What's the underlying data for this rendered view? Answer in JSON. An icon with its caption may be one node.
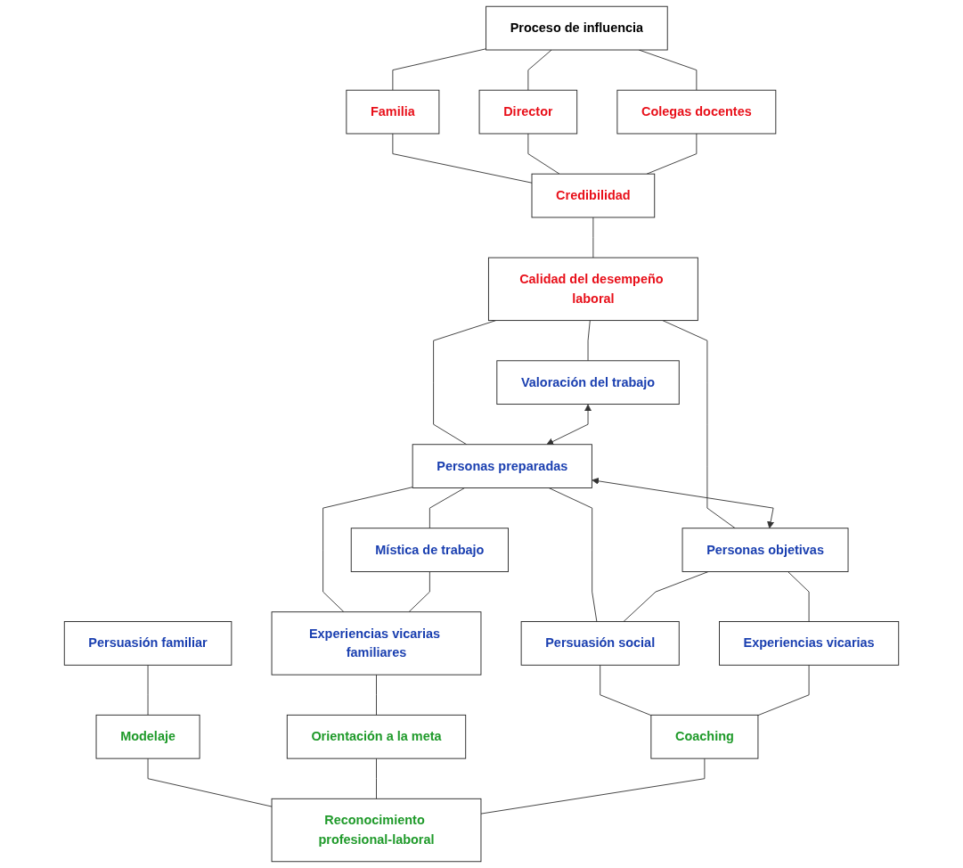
{
  "diagram": {
    "nodes": [
      {
        "text": [
          "Proceso de influencia"
        ]
      },
      {
        "text": [
          "Familia"
        ]
      },
      {
        "text": [
          "Director"
        ]
      },
      {
        "text": [
          "Colegas docentes"
        ]
      },
      {
        "text": [
          "Credibilidad"
        ]
      },
      {
        "text": [
          "Calidad del desempeño laboral"
        ]
      },
      {
        "text": [
          "Valoración del trabajo"
        ]
      },
      {
        "text": [
          "Personas preparadas"
        ]
      },
      {
        "text": [
          "Personas objetivas"
        ]
      },
      {
        "text": [
          "Mística de trabajo"
        ]
      },
      {
        "text": [
          "Persuasión familiar"
        ]
      },
      {
        "text": [
          "Experiencias vicarias familiares"
        ]
      },
      {
        "text": [
          "Persuasión social"
        ]
      },
      {
        "text": [
          "Experiencias vicarias"
        ]
      },
      {
        "text": [
          "Modelaje"
        ]
      },
      {
        "text": [
          "Orientación a la meta"
        ]
      },
      {
        "text": [
          "Coaching"
        ]
      },
      {
        "text": [
          "Reconocimiento profesional-laboral"
        ]
      }
    ],
    "edges": [
      {
        "from": 0,
        "to": 1,
        "arrow": "none"
      },
      {
        "from": 0,
        "to": 2,
        "arrow": "none"
      },
      {
        "from": 0,
        "to": 3,
        "arrow": "none"
      },
      {
        "from": 1,
        "to": 4,
        "arrow": "none"
      },
      {
        "from": 2,
        "to": 4,
        "arrow": "none"
      },
      {
        "from": 3,
        "to": 4,
        "arrow": "none"
      },
      {
        "from": 4,
        "to": 5,
        "arrow": "none"
      },
      {
        "from": 5,
        "to": 6,
        "arrow": "none"
      },
      {
        "from": 5,
        "to": 7,
        "arrow": "none"
      },
      {
        "from": 5,
        "to": 8,
        "arrow": "none"
      },
      {
        "from": 6,
        "to": 7,
        "arrow": "both"
      },
      {
        "from": 7,
        "to": 8,
        "arrow": "both"
      },
      {
        "from": 7,
        "to": 9,
        "arrow": "none"
      },
      {
        "from": 7,
        "to": 11,
        "arrow": "none"
      },
      {
        "from": 7,
        "to": 12,
        "arrow": "none"
      },
      {
        "from": 8,
        "to": 12,
        "arrow": "none"
      },
      {
        "from": 8,
        "to": 13,
        "arrow": "none"
      },
      {
        "from": 9,
        "to": 11,
        "arrow": "none"
      },
      {
        "from": 10,
        "to": 14,
        "arrow": "none"
      },
      {
        "from": 11,
        "to": 15,
        "arrow": "none"
      },
      {
        "from": 12,
        "to": 16,
        "arrow": "none"
      },
      {
        "from": 13,
        "to": 16,
        "arrow": "none"
      },
      {
        "from": 14,
        "to": 17,
        "arrow": "none"
      },
      {
        "from": 15,
        "to": 17,
        "arrow": "none"
      },
      {
        "from": 16,
        "to": 17,
        "arrow": "none"
      }
    ]
  }
}
